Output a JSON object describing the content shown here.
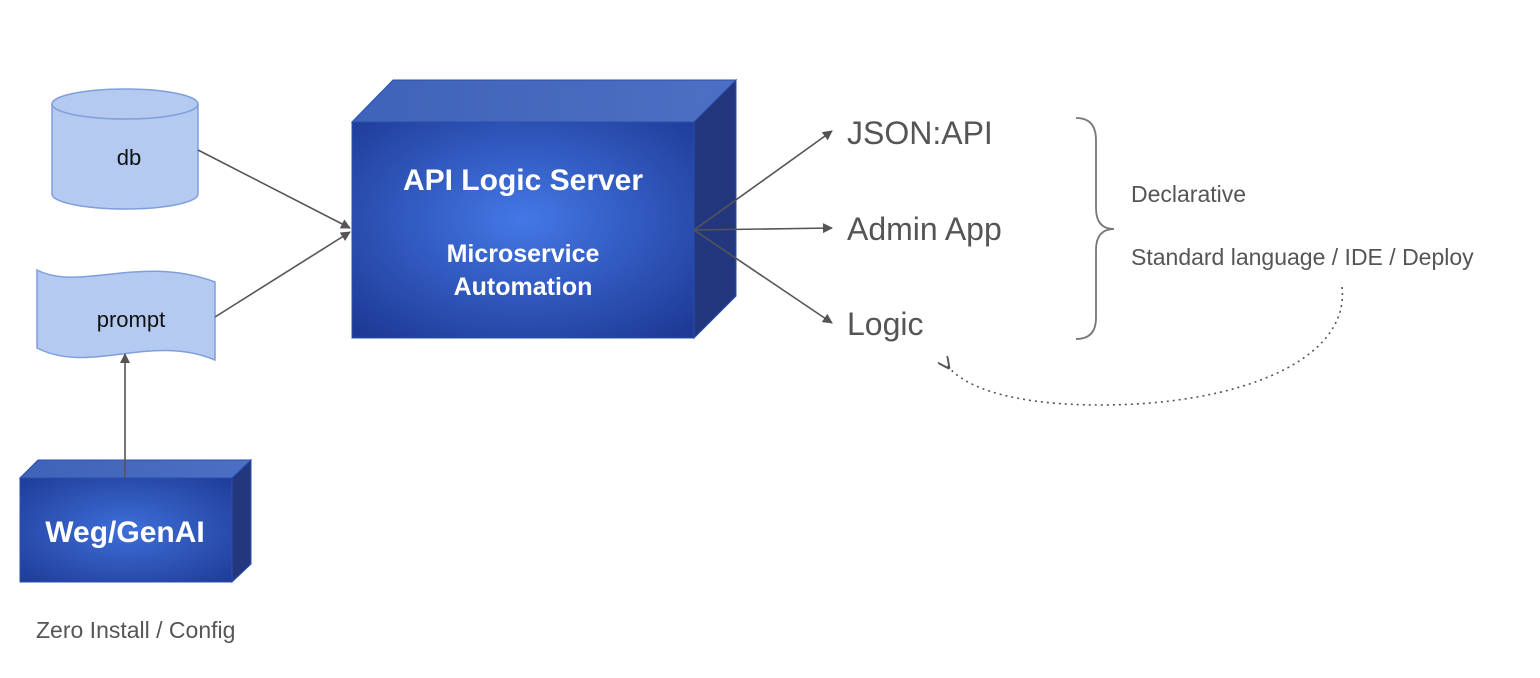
{
  "inputs": {
    "db_label": "db",
    "prompt_label": "prompt"
  },
  "server": {
    "title": "API Logic Server",
    "subtitle_line1": "Microservice",
    "subtitle_line2": "Automation"
  },
  "webgenai": {
    "label": "Weg/GenAI",
    "caption": "Zero Install / Config"
  },
  "outputs": {
    "items": [
      "JSON:API",
      "Admin App",
      "Logic"
    ]
  },
  "notes": {
    "declarative": "Declarative",
    "standard": "Standard language / IDE / Deploy"
  },
  "colors": {
    "box_dark": "#1e3a96",
    "box_light": "#3f72e0",
    "box_stroke": "#2a4fae",
    "shape_fill": "#b4caf1",
    "shape_stroke": "#7f9fdc",
    "arrow": "#555555",
    "text_gray": "#555555"
  }
}
